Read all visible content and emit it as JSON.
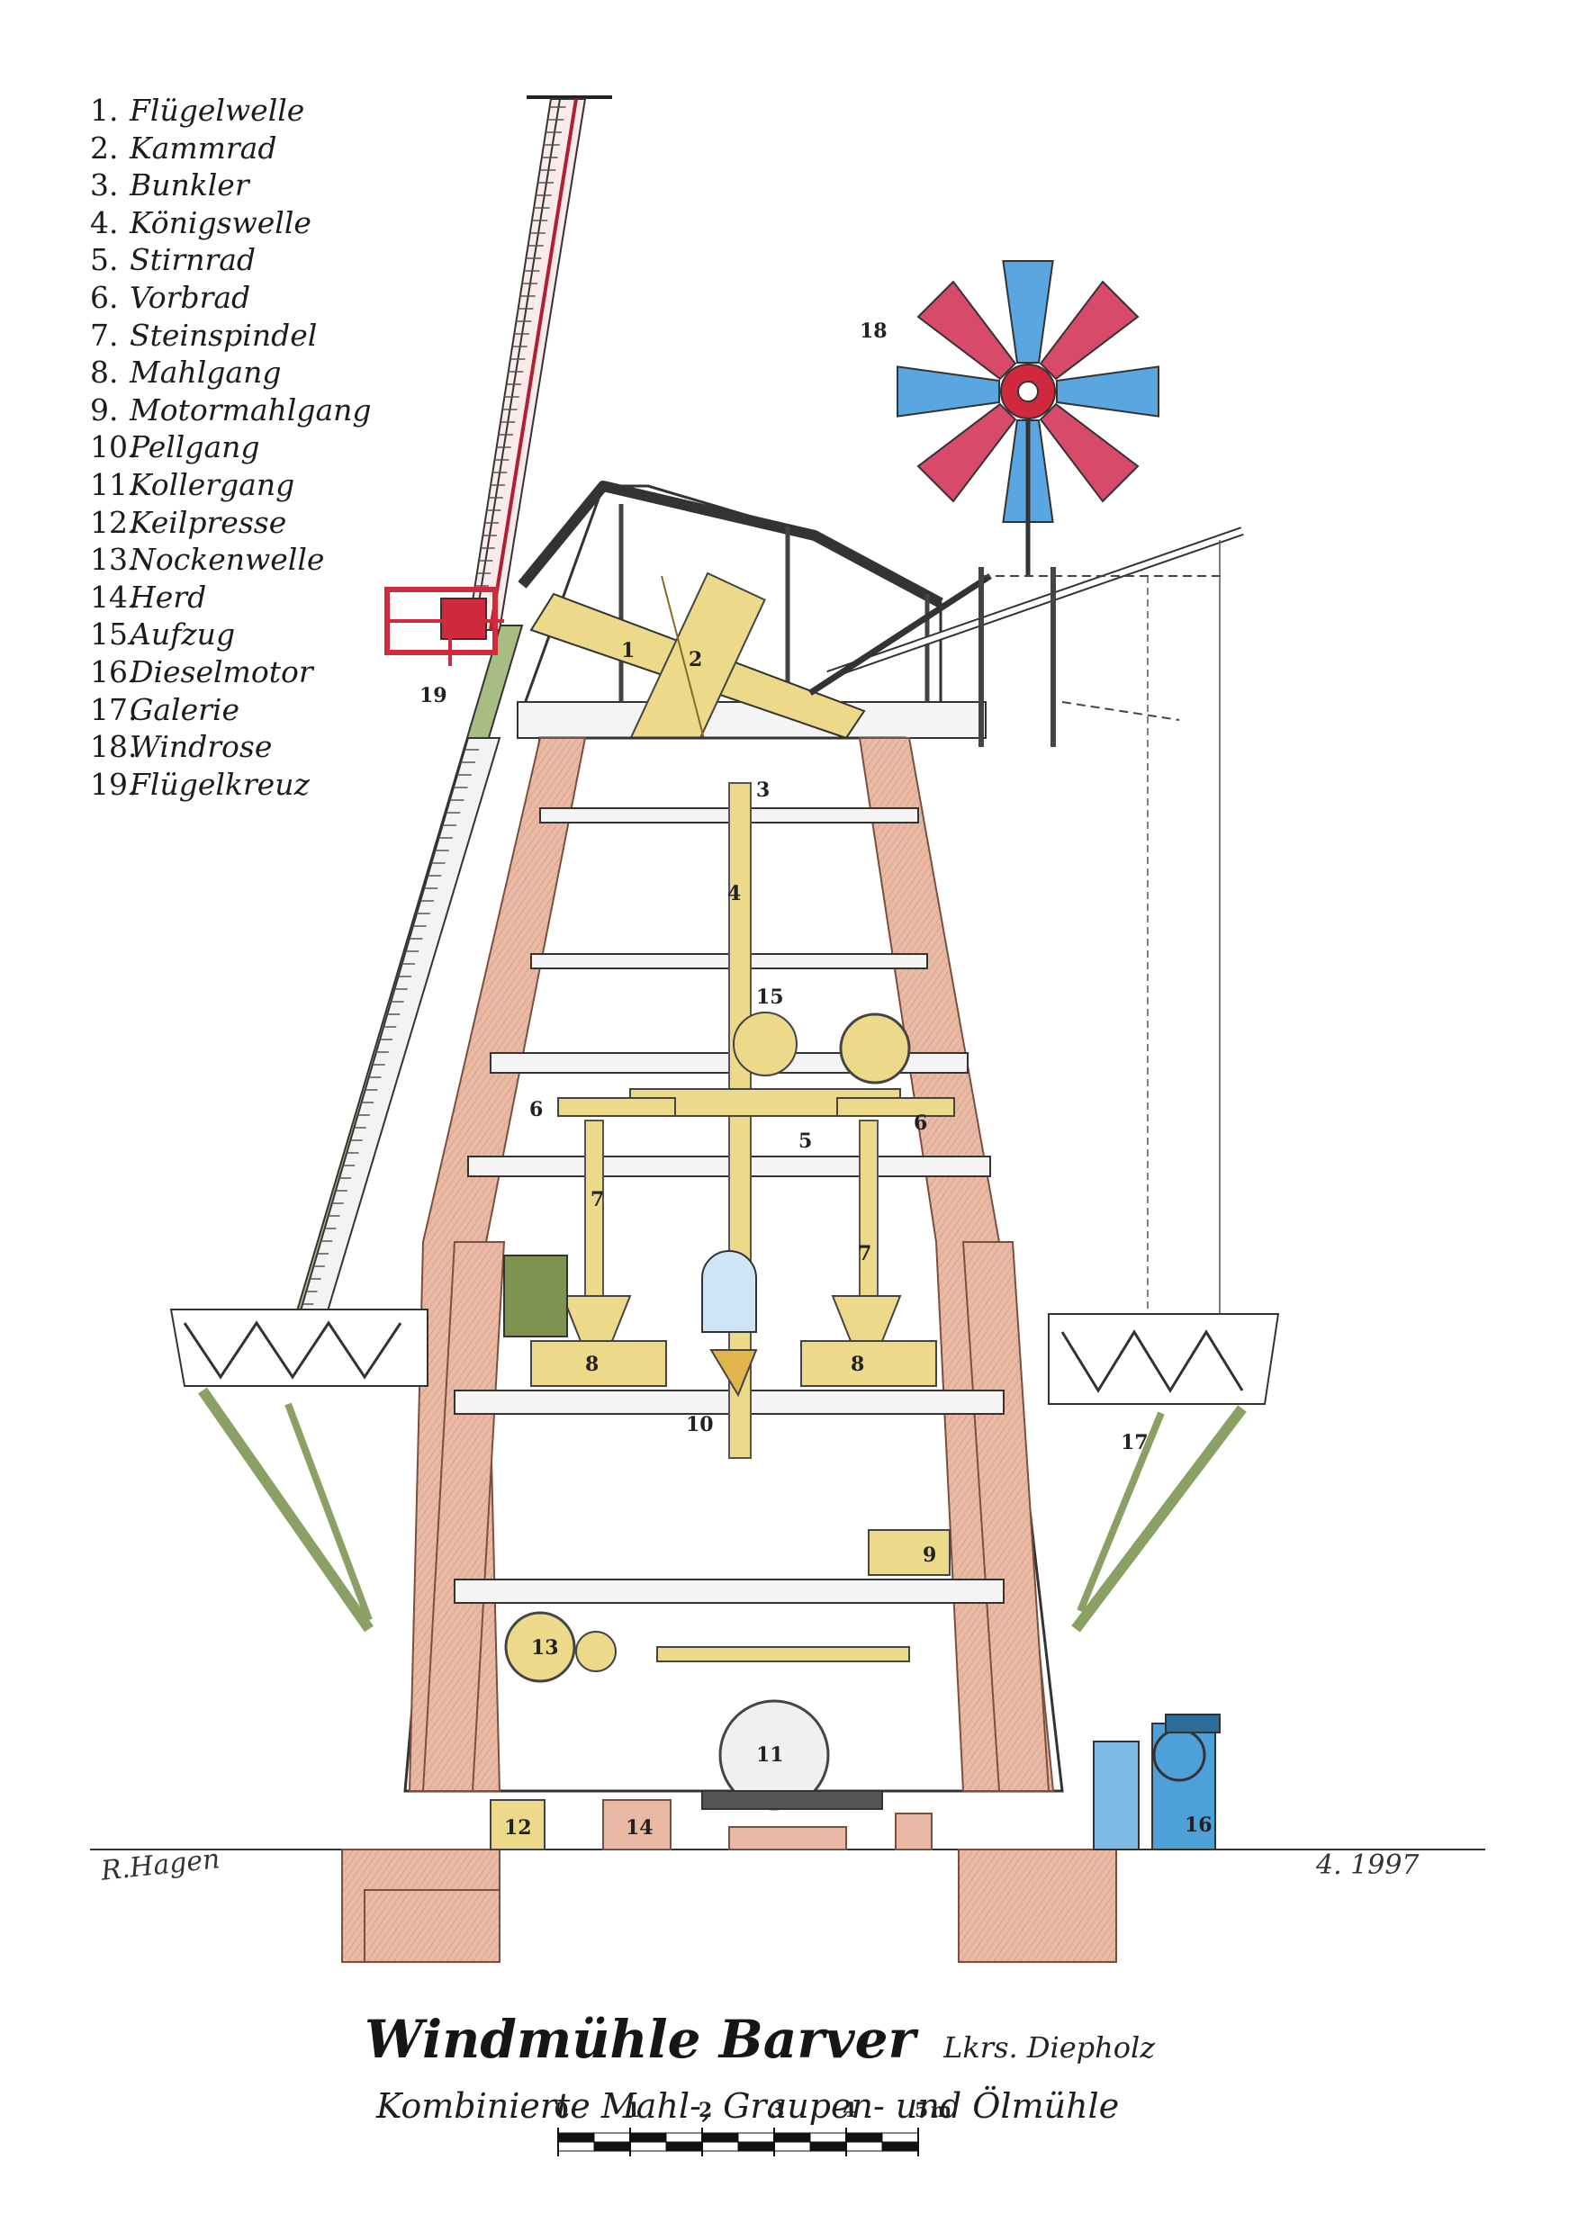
{
  "legend": [
    {
      "num": "1.",
      "label": "Flügelwelle"
    },
    {
      "num": "2.",
      "label": "Kammrad"
    },
    {
      "num": "3.",
      "label": "Bunkler"
    },
    {
      "num": "4.",
      "label": "Königswelle"
    },
    {
      "num": "5.",
      "label": "Stirnrad"
    },
    {
      "num": "6.",
      "label": "Vorbrad"
    },
    {
      "num": "7.",
      "label": "Steinspindel"
    },
    {
      "num": "8.",
      "label": "Mahlgang"
    },
    {
      "num": "9.",
      "label": "Motormahlgang"
    },
    {
      "num": "10.",
      "label": "Pellgang"
    },
    {
      "num": "11.",
      "label": "Kollergang"
    },
    {
      "num": "12.",
      "label": "Keilpresse"
    },
    {
      "num": "13.",
      "label": "Nockenwelle"
    },
    {
      "num": "14.",
      "label": "Herd"
    },
    {
      "num": "15.",
      "label": "Aufzug"
    },
    {
      "num": "16.",
      "label": "Dieselmotor"
    },
    {
      "num": "17.",
      "label": "Galerie"
    },
    {
      "num": "18.",
      "label": "Windrose"
    },
    {
      "num": "19.",
      "label": "Flügelkreuz"
    }
  ],
  "callouts": {
    "c1": "1",
    "c2": "2",
    "c3": "3",
    "c4": "4",
    "c5": "5",
    "c6a": "6",
    "c6b": "6",
    "c7a": "7",
    "c7b": "7",
    "c8a": "8",
    "c8b": "8",
    "c9": "9",
    "c10": "10",
    "c11": "11",
    "c12": "12",
    "c13": "13",
    "c14": "14",
    "c15": "15",
    "c16": "16",
    "c17": "17",
    "c18": "18",
    "c19": "19"
  },
  "title": {
    "main": "Windmühle Barver",
    "district": "Lkrs. Diepholz",
    "subtitle": "Kombinierte Mahl-, Graupen- und Ölmühle"
  },
  "scale_bar": {
    "ticks": [
      "0",
      "1",
      "2",
      "3",
      "4",
      "5"
    ],
    "unit": "m"
  },
  "signatures": {
    "artist": "R.Hagen",
    "date": "4. 1997"
  },
  "colors": {
    "frame": "#e7b6a0",
    "frame_edge": "#7b4f3f",
    "machinery": "#ecd98a",
    "wood_green": "#9fb27a",
    "windrose_red": "#d84a6a",
    "windrose_blue": "#5aa6e0",
    "diesel_blue": "#4ea0d8",
    "cap_red": "#d0283c"
  }
}
